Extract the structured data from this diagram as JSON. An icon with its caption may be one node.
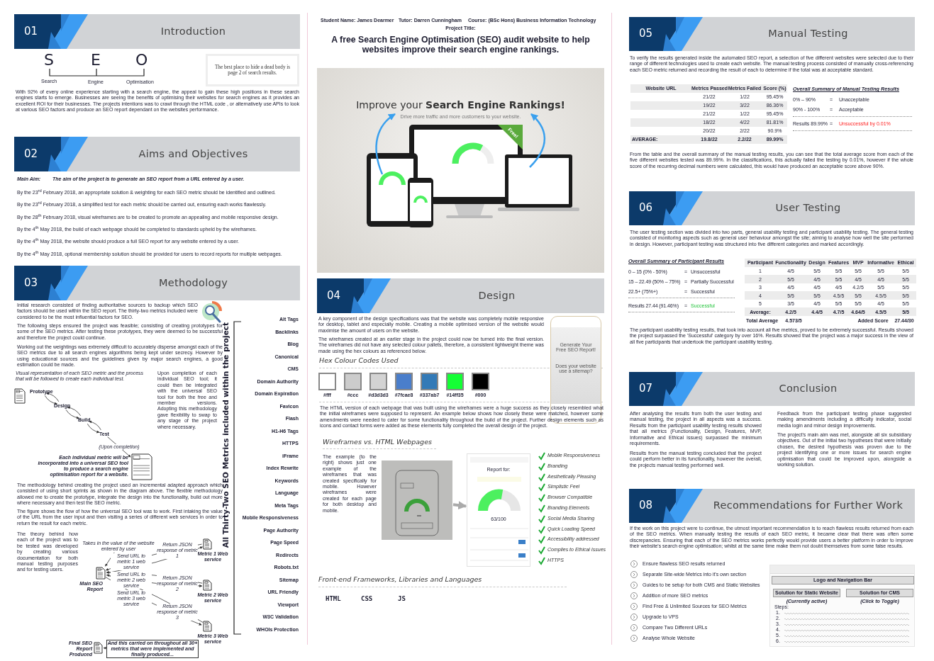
{
  "diagram": {
    "title": "A free Search Engine Optimisation (SEO) audit website to help websites improve their search engine rankings.",
    "nodes": [
      {
        "text": [
          "01",
          "Introduction"
        ]
      },
      {
        "text": [
          "The best place to hide a dead body is page 2 of search results."
        ]
      },
      {
        "text": [
          "02",
          "Aims and Objectives"
        ]
      },
      {
        "text": [
          "03",
          "Methodology"
        ]
      },
      {
        "text": [],
        "shape": "picture"
      },
      {
        "text": [
          "Prototype"
        ]
      },
      {
        "text": [
          "Design"
        ]
      },
      {
        "text": [
          "Build"
        ]
      },
      {
        "text": [
          "Test"
        ]
      },
      {
        "text": [],
        "shape": "picture",
        "beside": [
          "Each individual metric will be incorporated into a universal SEO tool to produce a search engine optimisation report for a website."
        ]
      },
      {
        "text": [
          "Takes in the value of the website entered by user"
        ]
      },
      {
        "text": [],
        "shape": "picture",
        "beside": [
          "Main SEO Report"
        ]
      },
      {
        "text": [],
        "shape": "picture",
        "beside": [
          "Metric 1 Web service"
        ]
      },
      {
        "text": [],
        "shape": "picture",
        "beside": [
          "Metric 2 Web service"
        ]
      },
      {
        "text": [],
        "shape": "picture",
        "beside": [
          "Metric 3 Web service"
        ]
      },
      {
        "text": [
          "And this carried on throughout all 30+ metrics that were implemented and finally produced..."
        ]
      },
      {
        "text": [],
        "shape": "picture",
        "beside": [
          "Final SEO Report Produced"
        ]
      },
      {
        "text": [
          "Improve your **Search Engine Rankings!**",
          "Drive more traffic and more customers to your website.",
          "Free!"
        ]
      },
      {
        "text": [
          "04",
          "Design"
        ]
      },
      {
        "text": [
          "Generate Your Free SEO Report!",
          "Does your website use a sitemap?"
        ]
      },
      {
        "text": [],
        "shape": "picture"
      },
      {
        "text": [
          "Report for:",
          "63/100"
        ]
      },
      {
        "text": [
          "05",
          "Manual Testing"
        ]
      },
      {
        "text": [
          "06",
          "User Testing"
        ]
      },
      {
        "text": [
          "07",
          "Conclusion"
        ]
      },
      {
        "text": [
          "08",
          "Recommendations for Further Work"
        ]
      },
      {
        "text": [],
        "shape": "picture"
      },
      {
        "text": [
          "Logo and Navigation Bar"
        ],
        "in": 26
      },
      {
        "text": [
          "Solution for Static Website"
        ],
        "in": 26,
        "beside": [
          "(Currently active)"
        ]
      },
      {
        "text": [
          "Solution for CMS"
        ],
        "in": 26,
        "beside": [
          "(Click to Toggle)"
        ]
      }
    ],
    "edges": [
      {
        "from": 5,
        "to": 6,
        "arrow": "to"
      },
      {
        "from": 6,
        "to": 5,
        "arrow": "to"
      },
      {
        "from": 6,
        "to": 7,
        "arrow": "to"
      },
      {
        "from": 7,
        "to": 6,
        "arrow": "to"
      },
      {
        "from": 7,
        "to": 8,
        "arrow": "to"
      },
      {
        "from": 8,
        "to": 7,
        "arrow": "to"
      },
      {
        "from": 8,
        "to": 9,
        "arrow": "to",
        "label": "(Upon completion)"
      },
      {
        "from": 10,
        "to": 11,
        "arrow": "to"
      },
      {
        "from": 11,
        "to": 12,
        "arrow": "to",
        "label": "Send URL to metric 1 web service"
      },
      {
        "from": 12,
        "to": 11,
        "arrow": "to",
        "label": "Return JSON response of metric 1"
      },
      {
        "from": 11,
        "to": 13,
        "arrow": "to",
        "label": "Send URL to metric 2 web service"
      },
      {
        "from": 13,
        "to": 11,
        "arrow": "to",
        "label": "Return JSON response of metric 2"
      },
      {
        "from": 11,
        "to": 14,
        "arrow": "to",
        "label": "Send URL to metric 3 web service"
      },
      {
        "from": 14,
        "to": 11,
        "arrow": "to",
        "label": "Return JSON response of metric 3"
      },
      {
        "from": 15,
        "to": 16,
        "arrow": "to"
      },
      {
        "from": 20,
        "to": 21,
        "arrow": "to",
        "style": "thick",
        "color": "#aaaaaa"
      }
    ],
    "labels": [
      "Student Name: James Dearmer",
      "Tutor: Darren Cunningham",
      "Course: (BSc Hons) Business Information Technology",
      "Project Title:",
      "S",
      "E",
      "O",
      "Search",
      "Engine",
      "Optimisation",
      "With 92% of every online experience starting with a search engine, the appeal to gain these high positions in these search engines starts to emerge. Businesses are seeing the benefits of optimising their websites for search engines as it provides an excellent ROI for their businesses. The projects intentions was to crawl through the HTML code , or alternatively use APIs to look at various SEO factors and produce an SEO report dependant on the websites performance.",
      "Main Aim:",
      "The aim of the project is to generate an SEO report from a URL entered by a user.",
      "By the 23$^{rd}$ February 2018, an appropriate solution & weighting for each SEO metric should be identified and outlined.",
      "By the 23$^{rd}$ February 2018, a simplified test for each metric should be carried out, ensuring each works flawlessly.",
      "By the 28$^{th}$ February 2018, visual wireframes are to be created to promote an appealing and mobile responsive design.",
      "By the 4$^{th}$ May 2018, the build of each webpage should be completed to standards upheld by the wireframes.",
      "By the 4$^{th}$ May 2018, the website should produce a full SEO report for any website entered by a user.",
      "By the 4$^{th}$ May 2018, optional membership solution should be provided for users to record reports for multiple webpages.",
      "Initial research consisted of finding authoritative sources to backup which SEO factors should be used within the SEO report. The thirty-two metrics included were considered to be the most influential factors for SEO.",
      "The following steps ensured the project was feasible; consisting of creating prototypes for some of the SEO metrics. After testing these prototypes, they were deemed to be successful and therefore the project could continue.",
      "Working out the weightings was extremely difficult to accurately disperse amongst each of the SEO metrics due to all search engines algorithms being kept under secrecy. However by using educational sources and the guidelines given by major search engines, a good estimation could be made.",
      "Visual representation of each SEO metric and the process that will be followed to create each individual test.",
      "Upon completion of each individual SEO tool; it could then be integrated with the universal SEO tool for both the free and member versions. Adopting this methodology gave flexibility to swap to any stage of the project where necessary.",
      "The methodology behind creating the project used an incremental adapted approach which consisted of using short sprints as shown in the diagram above. The flexible methodology allowed me to create the prototype, integrate the design into the functionality, build out more where necessary and then test the SEO metric.",
      "The figure shows the flow of how the universal SEO tool was to work. First intaking the value of the URL from the user input and then visiting a series of different web services in order to return the result for each metric.",
      "The theory behind how each of the project was to be tested was developed by creating various documentation for both manual testing purposes and for testing users.",
      "All Thirty-Two SEO Metrics included within the project",
      "Alt Tags",
      "Backlinks",
      "Blog",
      "Canonical",
      "CMS",
      "Domain Authority",
      "Domain Expiration",
      "Favicon",
      "Flash",
      "H1-H6 Tags",
      "HTTPS",
      "iFrame",
      "Index Rewrite",
      "Keywords",
      "Language",
      "Meta Tags",
      "Mobile Responsiveness",
      "Page Authority",
      "Page Speed",
      "Redirects",
      "Robots.txt",
      "Sitemap",
      "URL Friendly",
      "Viewport",
      "W3C Validation",
      "WHOIs Protection",
      "A key component of the design specifications was that the website was completely mobile responsive for desktop, tablet and especially mobile. Creating a mobile optimised version of the website would maximise the amount of users on the website.",
      "The wireframes created at an earlier stage in the project could now be turned into the final version. The wireframes did not have any selected colour pallets, therefore, a consistent lightweight theme was made using the hex colours as referenced below.",
      "Hex Colour Codes Used",
      "The HTML version of each webpage that was built using the wireframes were a huge success as they closely resembled what the initial wireframes were supposed to represent. An example below shows how closely these were matched, however some amendments were needed to cater for some functionality throughout the build of the project. Further design elements such as icons and contact forms were added as these elements fully completed the overall design of the project.",
      "Wireframes vs. HTML Webpages",
      "The example (to the right) shows just one example of the wireframes that was created specifically for mobile. However wireframes were created for each page for both desktop and mobile.",
      "Mobile Responsiveness",
      "Branding",
      "Aesthetically Pleasing",
      "Simplistic Feel",
      "Browser Compatible",
      "Branding Elements",
      "Social Media Sharing",
      "Quick Loading Speed",
      "Accessibility addressed",
      "Complies to Ethical Issues",
      "HTTPS",
      "Front-end Frameworks, Libraries and Languages",
      "HTML",
      "CSS",
      "JS",
      "To verify the results generated inside the automated SEO report, a selection of five different websites were selected due to their range of different technologies used to create each website. The manual testing process consisted of manually cross-referencing each SEO metric returned and recording the result of each to determine if the total was at acceptable standard.",
      "Website URL",
      "Metrics Passed",
      "Metrics Failed",
      "Score (%)",
      "21/22",
      "1/22",
      "95.45%",
      "19/22",
      "3/22",
      "86.36%",
      "21/22",
      "1/22",
      "95.45%",
      "18/22",
      "4/22",
      "81.81%",
      "20/22",
      "2/22",
      "90.9%",
      "AVERAGE:",
      "19.8/22",
      "2.2/22",
      "89.99%",
      "Overall Summary of Manual Testing Results",
      "0% – 90%",
      "=",
      "Unacceptable",
      "90% - 100%",
      "=",
      "Acceptable",
      "Results 89.99%",
      "=",
      "Unsuccessful by 0.01%",
      "From the table and the overall summary of the manual testing results, you can see that the total average score from each of the five different websites tested was 89.99%. In the classifications, this actually failed the testing by 0.01%, however if the whole score of the recurring decimal numbers were calculated, this would have produced an acceptable score above 90%.",
      "The user testing section was divided into two parts, general usability testing and participant usability testing. The general testing consisted of monitoring aspects such as general user behaviour amongst the site; aiming to analyse how well the site performed in design. However, participant testing was structured into five different categories and marked accordingly.",
      "Overall Summary of Participant Results",
      "0 – 15 (0% - 50%)",
      "=",
      "Unsuccessful",
      "15 – 22.49 (50% – 75%)",
      "=",
      "Partially Successful",
      "22.5+ (75%+)",
      "=",
      "Successful",
      "Results 27.44 (91.46%)",
      "=",
      "Successful",
      "Participant",
      "Functionality",
      "Design",
      "Features",
      "MVP",
      "Informative",
      "Ethical",
      "1",
      "4/5",
      "5/5",
      "5/5",
      "5/5",
      "5/5",
      "5/5",
      "2",
      "5/5",
      "4/5",
      "5/5",
      "4/5",
      "4/5",
      "5/5",
      "3",
      "4/5",
      "4/5",
      "4/5",
      "4.2/5",
      "5/5",
      "5/5",
      "4",
      "5/5",
      "5/5",
      "4.5/5",
      "5/5",
      "4.5/5",
      "5/5",
      "5",
      "3/5",
      "4/5",
      "5/5",
      "5/5",
      "4/5",
      "5/5",
      "Average:",
      "4.2/5",
      "4.4/5",
      "4.7/5",
      "4.64/5",
      "4.5/5",
      "5/5",
      "Total Average",
      "4.573/5",
      "Added Score",
      "27.44/30",
      "The participant usability testing results, that took into account all five metrics, proved to be extremely successful. Results showed the project surpassed the 'Successful' category by over 16%. Results showed that the project was a major success in the view of all five participants that undertook the participant usability testing.",
      "After analysing the results from both the user testing and manual testing, the project in all aspects was a success. Results from the participant usability testing results showed that all metrics (Functionality, Design, Features, MVP, Informative and Ethical issues) surpassed the minimum requirements.",
      "Results from the manual testing concluded that the project could perform better in its functionality, however the overall, the projects manual testing performed well.",
      "Feedback from the participant testing phase suggested making amendments including a difficulty indicator, social media login and minor design improvements.",
      "The project's main aim was met, alongside all six subsidiary objectives. Out of the initial two hypotheses that were initially chosen, the desired hypothesis was proven due to the project identifying one or more issues for search engine optimisation that could be improved upon, alongside a working solution.",
      "If the work on this project were to continue, the utmost important recommendation is to reach flawless results returned from each of the SEO metrics. When manually testing the results of each SEO metric, it became clear that there was often some discrepancies. Ensuring that each of the SEO metrics works perfectly would provide users a better platform in order to improve their website's search engine optimisation; whilst at the same time make them not doubt themselves from some false results.",
      "Ensure flawless SEO results returned",
      "Separate Site-wide Metrics into it's own section",
      "Guides to be setup for both CMS and Static Websites",
      "Addition of more SEO metrics",
      "Find Free & Unlimited Sources for SEO Metrics",
      "Upgrade to VPS",
      "Compare Two Different URLs",
      "Analyse Whole Website",
      "Steps:",
      "1.",
      "2.",
      "3.",
      "4.",
      "5.",
      "6."
    ],
    "legend": [
      {
        "text": "#fff",
        "color": "#ffffff"
      },
      {
        "text": "#ccc",
        "color": "#cccccc"
      },
      {
        "text": "#d3d3d3",
        "color": "#d3d3d3"
      },
      {
        "text": "#7fcae8",
        "color": "#4a7ecb"
      },
      {
        "text": "#337ab7",
        "color": "#337ab7"
      },
      {
        "text": "#14ff35",
        "color": "#14ff35"
      },
      {
        "text": "#000",
        "color": "#000000"
      }
    ]
  }
}
